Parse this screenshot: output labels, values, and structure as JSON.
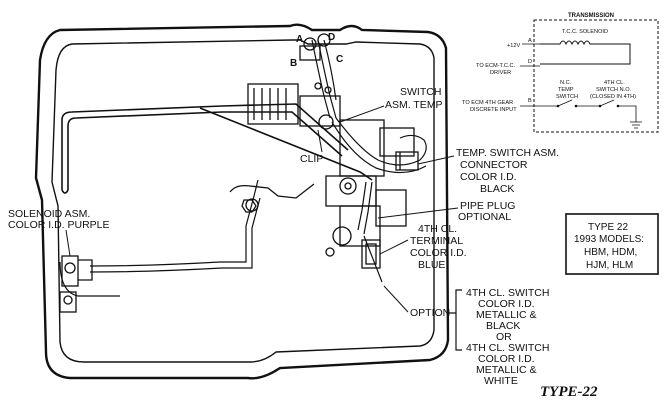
{
  "labels": {
    "switch_asm_temp": [
      "SWITCH",
      "ASM. TEMP"
    ],
    "clip": "CLIP",
    "temp_switch_connector": [
      "TEMP. SWITCH ASM.",
      "CONNECTOR",
      "COLOR I.D.",
      "BLACK"
    ],
    "pipe_plug": [
      "PIPE PLUG",
      "OPTIONAL"
    ],
    "fourth_terminal": [
      "4TH CL.",
      "TERMINAL",
      "COLOR I.D.",
      "BLUE"
    ],
    "solenoid_asm": [
      "SOLENOID ASM.",
      "COLOR I.D. PURPLE"
    ],
    "option": "OPTION",
    "switch_option_1": [
      "4TH CL. SWITCH",
      "COLOR I.D.",
      "METALLIC &",
      "BLACK"
    ],
    "or": "OR",
    "switch_option_2": [
      "4TH CL. SWITCH",
      "COLOR I.D.",
      "METALLIC &",
      "WHITE"
    ]
  },
  "connector_letters": [
    "A",
    "D",
    "B",
    "C"
  ],
  "schematic": {
    "title": "TRANSMISSION",
    "solenoid": "T.C.C. SOLENOID",
    "voltage": "+12V",
    "ecm_tcc": [
      "TO ECM-T.C.C.",
      "DRIVER"
    ],
    "ecm_4th": [
      "TO ECM 4TH GEAR",
      "DISCRETE INPUT"
    ],
    "nc_temp": [
      "N.C.",
      "TEMP",
      "SWITCH"
    ],
    "fourth_switch": [
      "4TH CL.",
      "SWITCH N.O.",
      "(CLOSED IN 4TH)"
    ],
    "pins": [
      "A",
      "D",
      "B"
    ]
  },
  "models_box": [
    "TYPE 22",
    "1993 MODELS:",
    "HBM, HDM,",
    "HJM, HLM"
  ],
  "caption": "TYPE-22"
}
